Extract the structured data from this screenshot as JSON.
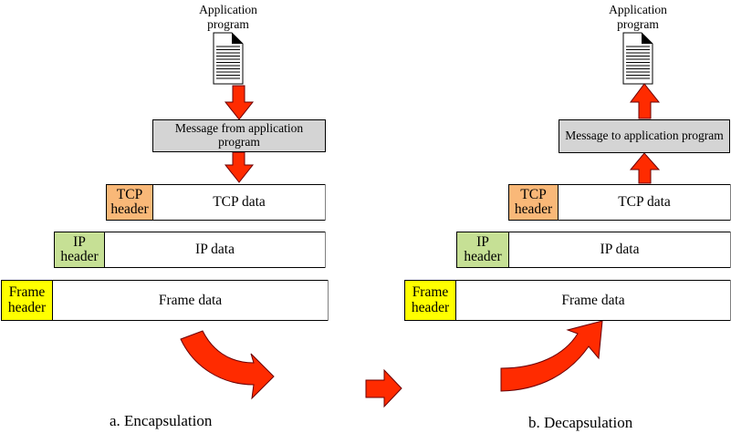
{
  "colors": {
    "arrow_fill": "#ff2b00",
    "message_box": "#d4d4d4",
    "tcp_header": "#f9b878",
    "ip_header": "#c6e095",
    "frame_header": "#ffff00"
  },
  "encapsulation": {
    "app_program": "Application program",
    "message": "Message from application program",
    "tcp_header": "TCP header",
    "tcp_data": "TCP  data",
    "ip_header": "IP header",
    "ip_data": "IP data",
    "frame_header": "Frame header",
    "frame_data": "Frame data",
    "caption": "a. Encapsulation"
  },
  "decapsulation": {
    "app_program": "Application program",
    "message": "Message to application program",
    "tcp_header": "TCP header",
    "tcp_data": "TCP  data",
    "ip_header": "IP header",
    "ip_data": "IP data",
    "frame_header": "Frame header",
    "frame_data": "Frame data",
    "caption": "b. Decapsulation"
  },
  "icons": {
    "document": "document-icon",
    "arrow": "red-arrow-icon",
    "curved_arrow": "curved-arrow-icon"
  }
}
